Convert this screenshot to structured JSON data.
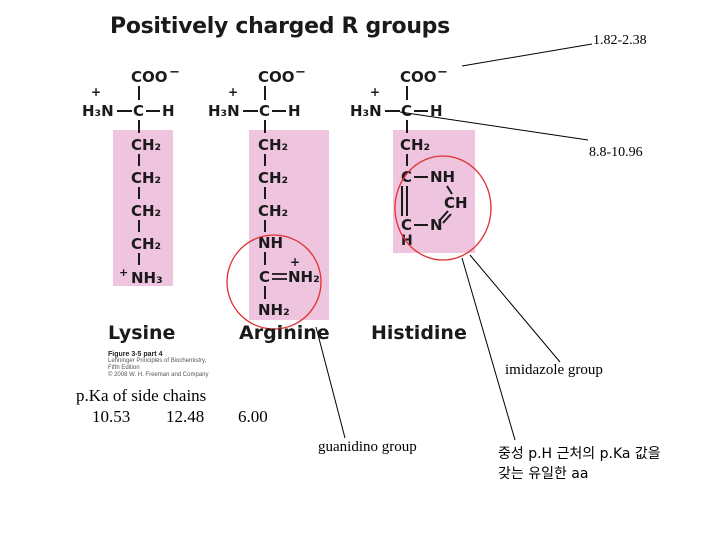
{
  "title": "Positively charged R groups",
  "ranges": {
    "carboxyl": "1.82-2.38",
    "amino": "8.8-10.96"
  },
  "figure": {
    "caption_bold": "Figure 3-5 part 4",
    "caption_line1": "Lehninger Principles of Biochemistry, Fifth Edition",
    "caption_line2": "© 2008 W. H. Freeman and Company"
  },
  "amino_acids": {
    "lysine": "Lysine",
    "arginine": "Arginine",
    "histidine": "Histidine"
  },
  "pka": {
    "label": "p.Ka of side chains",
    "lysine": "10.53",
    "arginine": "12.48",
    "histidine": "6.00"
  },
  "annotations": {
    "imidazole": "imidazole group",
    "guanidino": "guanidino group",
    "histidine_note_1": "중성 p.H 근처의 p.Ka 값을",
    "histidine_note_2": "갖는 유일한 aa"
  },
  "chem": {
    "coo": "COO",
    "minus": "−",
    "plus": "+",
    "h3n": "H₃N",
    "c": "C",
    "h": "H",
    "ch2": "CH₂",
    "nh3": "NH₃",
    "nh": "NH",
    "nh2": "NH₂",
    "n": "N",
    "ch": "CH"
  },
  "colors": {
    "highlight": "#efc4de",
    "circle": "#e03030",
    "line": "#000000"
  }
}
